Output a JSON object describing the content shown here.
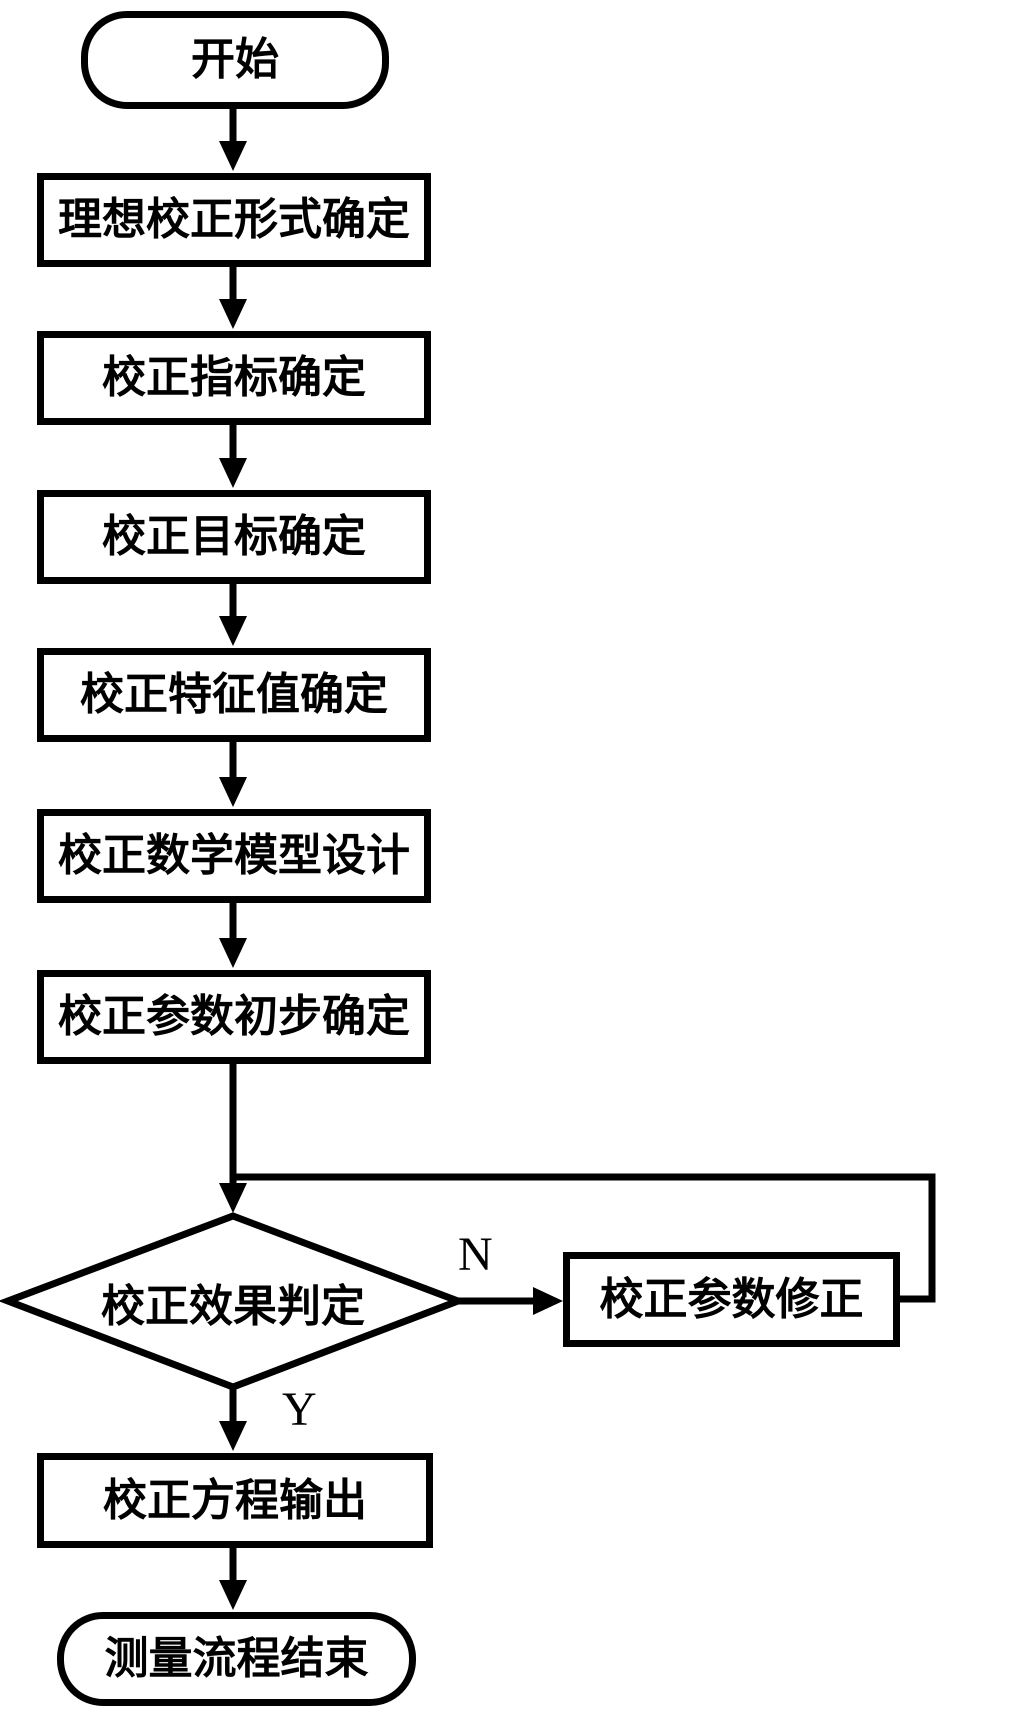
{
  "flowchart": {
    "nodes": {
      "start": {
        "label": "开始",
        "type": "terminator"
      },
      "step1": {
        "label": "理想校正形式确定",
        "type": "process"
      },
      "step2": {
        "label": "校正指标确定",
        "type": "process"
      },
      "step3": {
        "label": "校正目标确定",
        "type": "process"
      },
      "step4": {
        "label": "校正特征值确定",
        "type": "process"
      },
      "step5": {
        "label": "校正数学模型设计",
        "type": "process"
      },
      "step6": {
        "label": "校正参数初步确定",
        "type": "process"
      },
      "decision": {
        "label": "校正效果判定",
        "type": "decision"
      },
      "revise": {
        "label": "校正参数修正",
        "type": "process"
      },
      "output": {
        "label": "校正方程输出",
        "type": "process"
      },
      "end": {
        "label": "测量流程结束",
        "type": "terminator"
      }
    },
    "edge_labels": {
      "no": "N",
      "yes": "Y"
    },
    "colors": {
      "stroke": "#000000",
      "background": "#ffffff"
    }
  }
}
